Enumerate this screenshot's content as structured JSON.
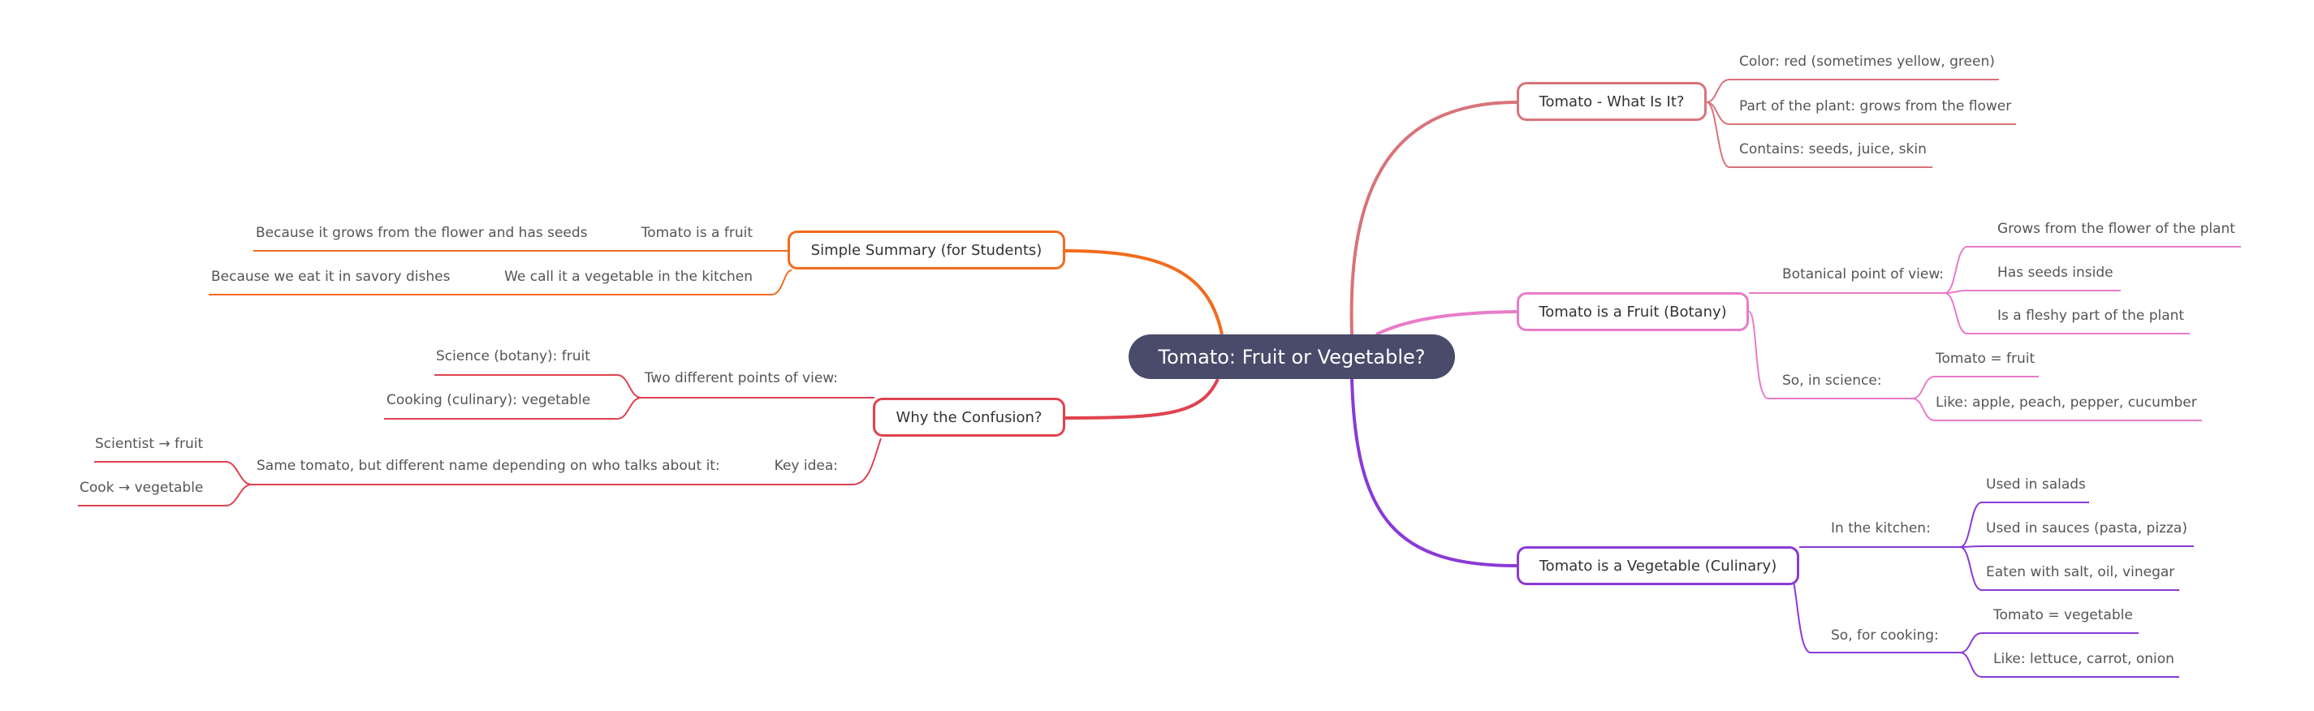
{
  "root": "Tomato: Fruit or Vegetable?",
  "branches": {
    "what": {
      "title": "Tomato - What Is It?",
      "color": "#d9737a",
      "items": [
        "Color: red (sometimes yellow, green)",
        "Part of the plant: grows from the flower",
        "Contains: seeds, juice, skin"
      ]
    },
    "fruit": {
      "title": "Tomato is a Fruit (Botany)",
      "color": "#e87cc9",
      "groups": [
        {
          "label": "Botanical point of view:",
          "items": [
            "Grows from the flower of the plant",
            "Has seeds inside",
            "Is a fleshy part of the plant"
          ]
        },
        {
          "label": "So, in science:",
          "items": [
            "Tomato = fruit",
            "Like: apple, peach, pepper, cucumber"
          ]
        }
      ]
    },
    "vegetable": {
      "title": "Tomato is a Vegetable (Culinary)",
      "color": "#8a3ad6",
      "groups": [
        {
          "label": "In the kitchen:",
          "items": [
            "Used in salads",
            "Used in sauces (pasta, pizza)",
            "Eaten with salt, oil, vinegar"
          ]
        },
        {
          "label": "So, for cooking:",
          "items": [
            "Tomato = vegetable",
            "Like: lettuce, carrot, onion"
          ]
        }
      ]
    },
    "summary": {
      "title": "Simple Summary (for Students)",
      "color": "#f26b1d",
      "rows": [
        {
          "label": "Tomato is a fruit",
          "detail": "Because it grows from the flower and has seeds"
        },
        {
          "label": "We call it a vegetable in the kitchen",
          "detail": "Because we eat it in savory dishes"
        }
      ]
    },
    "confusion": {
      "title": "Why the Confusion?",
      "color": "#e0424f",
      "groups": [
        {
          "label": "Two different points of view:",
          "items": [
            "Science (botany): fruit",
            "Cooking (culinary): vegetable"
          ]
        },
        {
          "label": "Key idea:",
          "sub": "Same tomato, but different name depending on who talks about it:",
          "items": [
            "Scientist → fruit",
            "Cook → vegetable"
          ]
        }
      ]
    }
  }
}
